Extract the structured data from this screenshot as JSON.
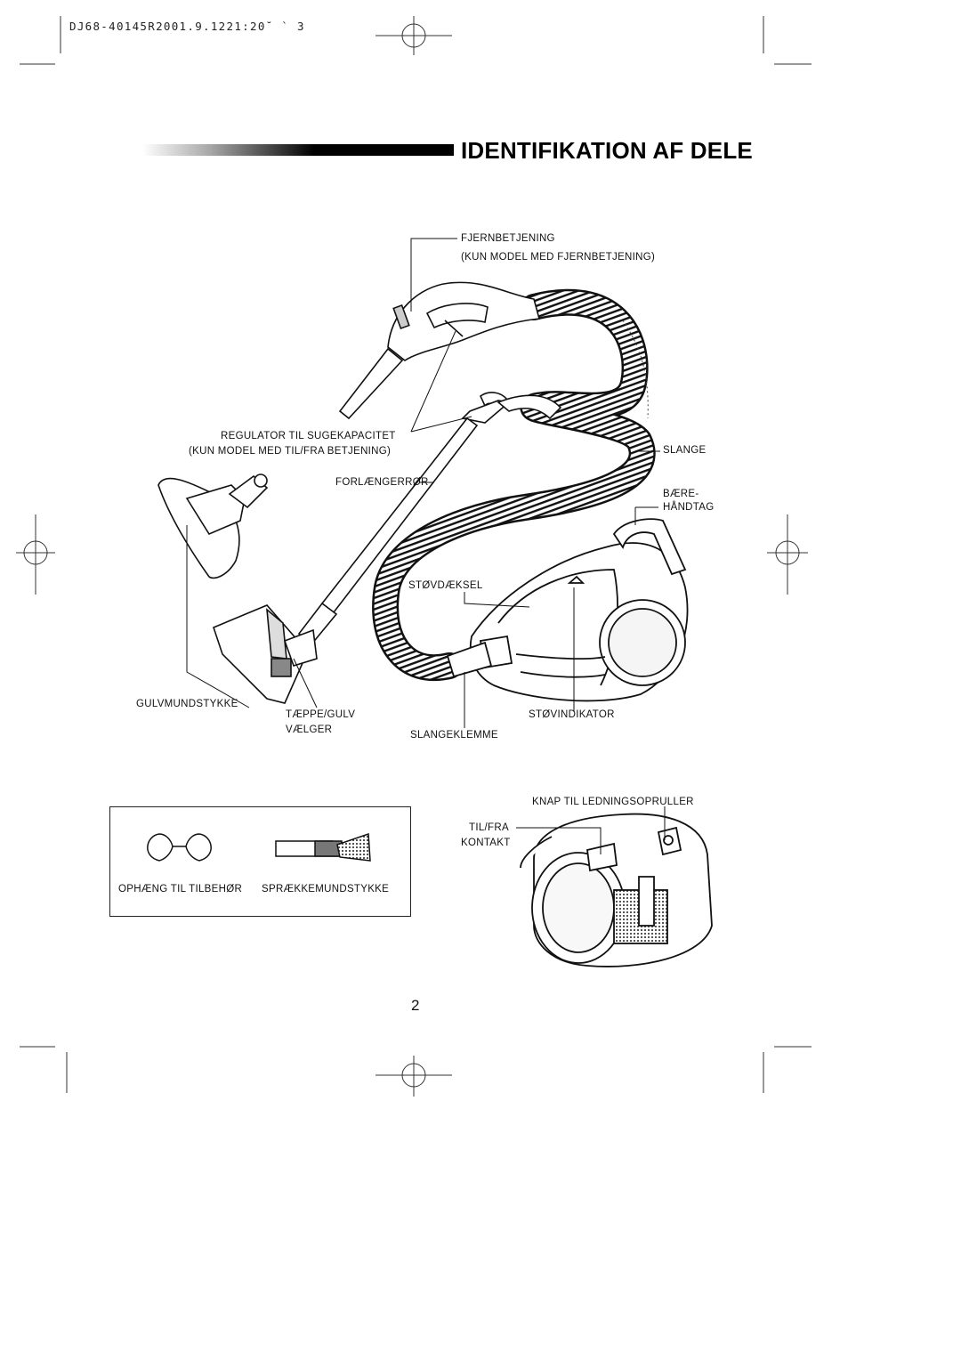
{
  "header": {
    "print_code": "DJ68-40145R2001.9.1221:20˘ ` 3"
  },
  "page_title": "IDENTIFIKATION AF DELE",
  "labels": {
    "fjernbetjening": "FJERNBETJENING",
    "fjernbetjening_note": "(KUN MODEL MED FJERNBETJENING)",
    "regulator": "REGULATOR TIL SUGEKAPACITET",
    "regulator_note": "(KUN MODEL MED TIL/FRA BETJENING)",
    "slange": "SLANGE",
    "forlaengerror": "FORLÆNGERRØR",
    "baere": "BÆRE-",
    "handtag": "HÅNDTAG",
    "stovdaeksel": "STØVDÆKSEL",
    "gulvmundstykke": "GULVMUNDSTYKKE",
    "taeppe_gulv": "TÆPPE/GULV",
    "vaelger": "VÆLGER",
    "stovindikator": "STØVINDIKATOR",
    "slangeklemme": "SLANGEKLEMME",
    "knap_ledning": "KNAP TIL LEDNINGSOPRULLER",
    "til_fra": "TIL/FRA",
    "kontakt": "KONTAKT"
  },
  "accessories": {
    "ophaeng": "OPHÆNG TIL TILBEHØR",
    "spraekke": "SPRÆKKEMUNDSTYKKE"
  },
  "page_number": "2"
}
